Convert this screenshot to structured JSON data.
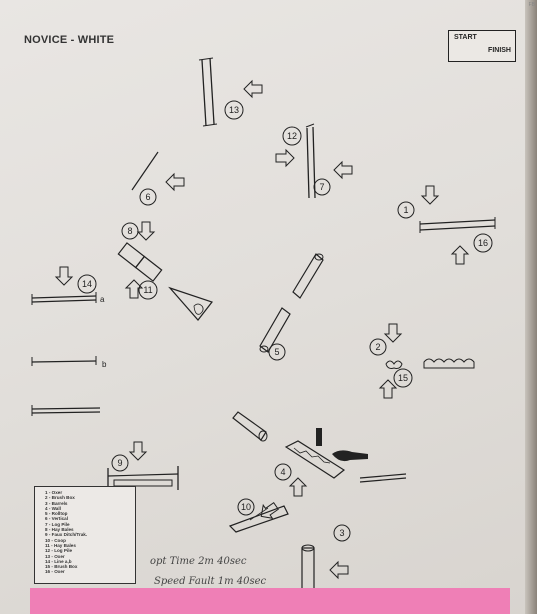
{
  "header": {
    "title": "NOVICE - WHITE",
    "start_label": "START",
    "finish_label": "FINISH"
  },
  "corner_mark": "FB",
  "fence_numbers": [
    "1",
    "2",
    "3",
    "4",
    "5",
    "6",
    "7",
    "8",
    "9",
    "10",
    "11",
    "12",
    "13",
    "14",
    "15",
    "16"
  ],
  "fence_letters": [
    "a",
    "b"
  ],
  "legend": {
    "items": [
      "1 - Oxer",
      "2 - Brush Box",
      "3 - Barrels",
      "4 - Wall",
      "5 - Rolltop",
      "6 - Vertical",
      "7 - Log Pile",
      "8 - Hay Bales",
      "9 - Faux Ditch/Trak.",
      "10 - Coop",
      "11 - Hay Bales",
      "12 - Log Pile",
      "13 - Oxer",
      "14 - Line a,b",
      "15 - Brush Box",
      "16 - Oxer"
    ]
  },
  "handwritten": {
    "opt_time": "opt Time 2m 40sec",
    "speed_fault": "Speed Fault 1m 40sec"
  },
  "colors": {
    "paper": "#e6e3e0",
    "ink": "#222222",
    "pink_tab": "#ef7fb6"
  }
}
